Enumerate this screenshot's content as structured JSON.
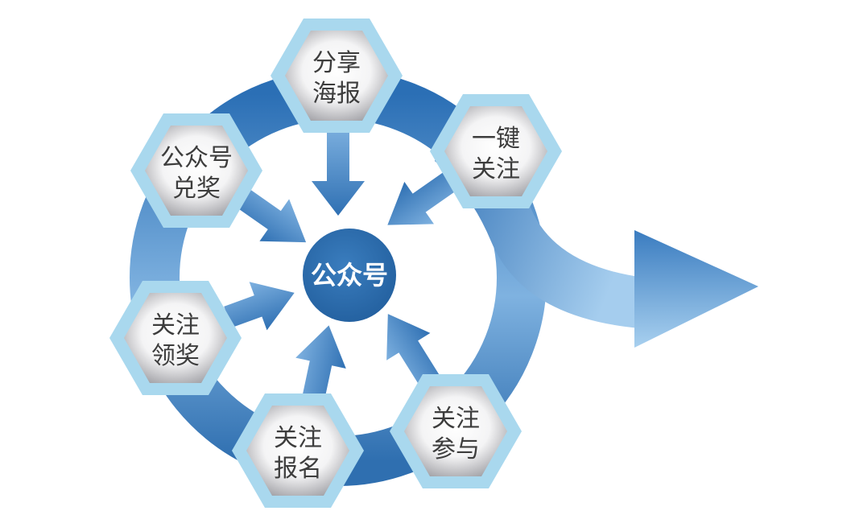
{
  "center": {
    "label": "公众号",
    "color": "#2f6fb0"
  },
  "nodes": [
    {
      "id": "share-poster",
      "line1": "分享",
      "line2": "海报"
    },
    {
      "id": "one-click-follow",
      "line1": "一键",
      "line2": "关注"
    },
    {
      "id": "follow-participate",
      "line1": "关注",
      "line2": "参与"
    },
    {
      "id": "follow-register",
      "line1": "关注",
      "line2": "报名"
    },
    {
      "id": "follow-prize",
      "line1": "关注",
      "line2": "领奖"
    },
    {
      "id": "account-redeem",
      "line1": "公众号",
      "line2": "兑奖"
    }
  ],
  "colors": {
    "arrow_dark": "#2a6db3",
    "arrow_light": "#9cc7ec",
    "hex_outer": "#a9d8ee",
    "hex_inner_center": "#ffffff",
    "hex_inner_edge": "#9e9ea3",
    "text": "#3d3d3d"
  }
}
